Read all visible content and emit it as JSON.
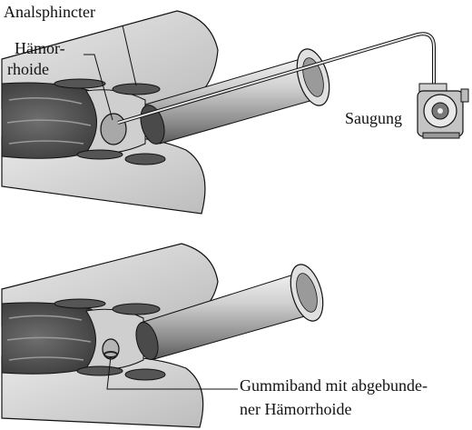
{
  "labels": {
    "analsphincter": "Analsphincter",
    "haemorrhoide_line1": "Hämor-",
    "haemorrhoide_line2": "rhoide",
    "saugung": "Saugung",
    "gummiband_line1": "Gummiband mit abgebunde-",
    "gummiband_line2": "ner Hämorrhoide"
  },
  "colors": {
    "tissue_dark": "#3a3a3a",
    "tissue_mid": "#8a8a8a",
    "tissue_light": "#d9d9d9",
    "tube": "#bdbdbd",
    "outline": "#111111"
  }
}
